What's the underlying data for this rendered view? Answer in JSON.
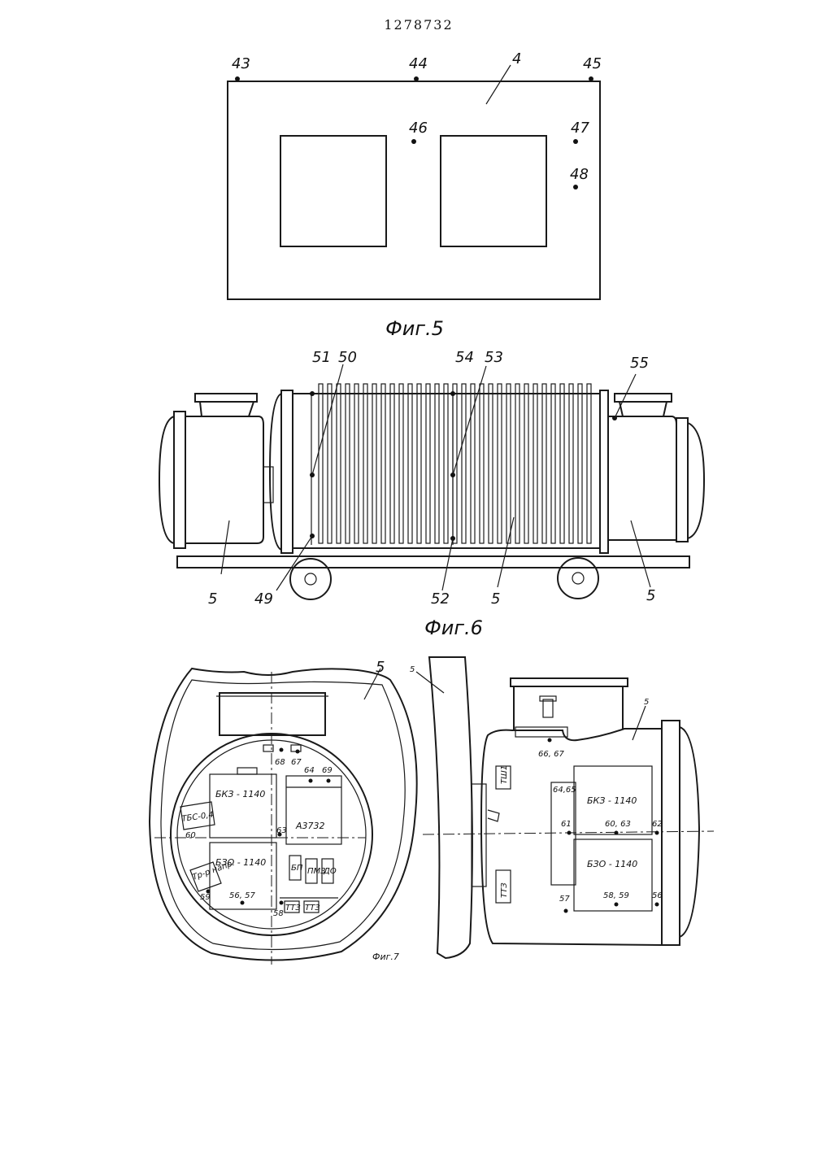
{
  "document": {
    "patent_number": "1278732",
    "fig5": {
      "caption": "Фиг.5",
      "labels": [
        "43",
        "44",
        "4",
        "45",
        "46",
        "47",
        "48"
      ]
    },
    "fig6": {
      "caption": "Фиг.6",
      "labels": [
        "51",
        "50",
        "54",
        "53",
        "55",
        "5",
        "49",
        "52",
        "5",
        "5"
      ]
    },
    "fig7": {
      "caption": "Фиг.7",
      "left_view": {
        "part_label": "5",
        "blocks": [
          "БКЗ - 1140",
          "БЗО - 1140",
          "А3732",
          "ТБС-0,4",
          "Тр-р напр.",
          "БП",
          "ПМЗ",
          "ДО",
          "ТТЗ",
          "ТТЗ"
        ],
        "points": [
          "68",
          "67",
          "64",
          "69",
          "63",
          "60",
          "59",
          "56, 57",
          "58"
        ]
      },
      "right_view": {
        "part_labels": [
          "5",
          "5"
        ],
        "blocks": [
          "БКЗ - 1140",
          "БЗО - 1140",
          "ТШ1",
          "ТТЗ"
        ],
        "points": [
          "66, 67",
          "64,65",
          "61",
          "60, 63",
          "62",
          "57",
          "58, 59",
          "56"
        ]
      }
    }
  }
}
